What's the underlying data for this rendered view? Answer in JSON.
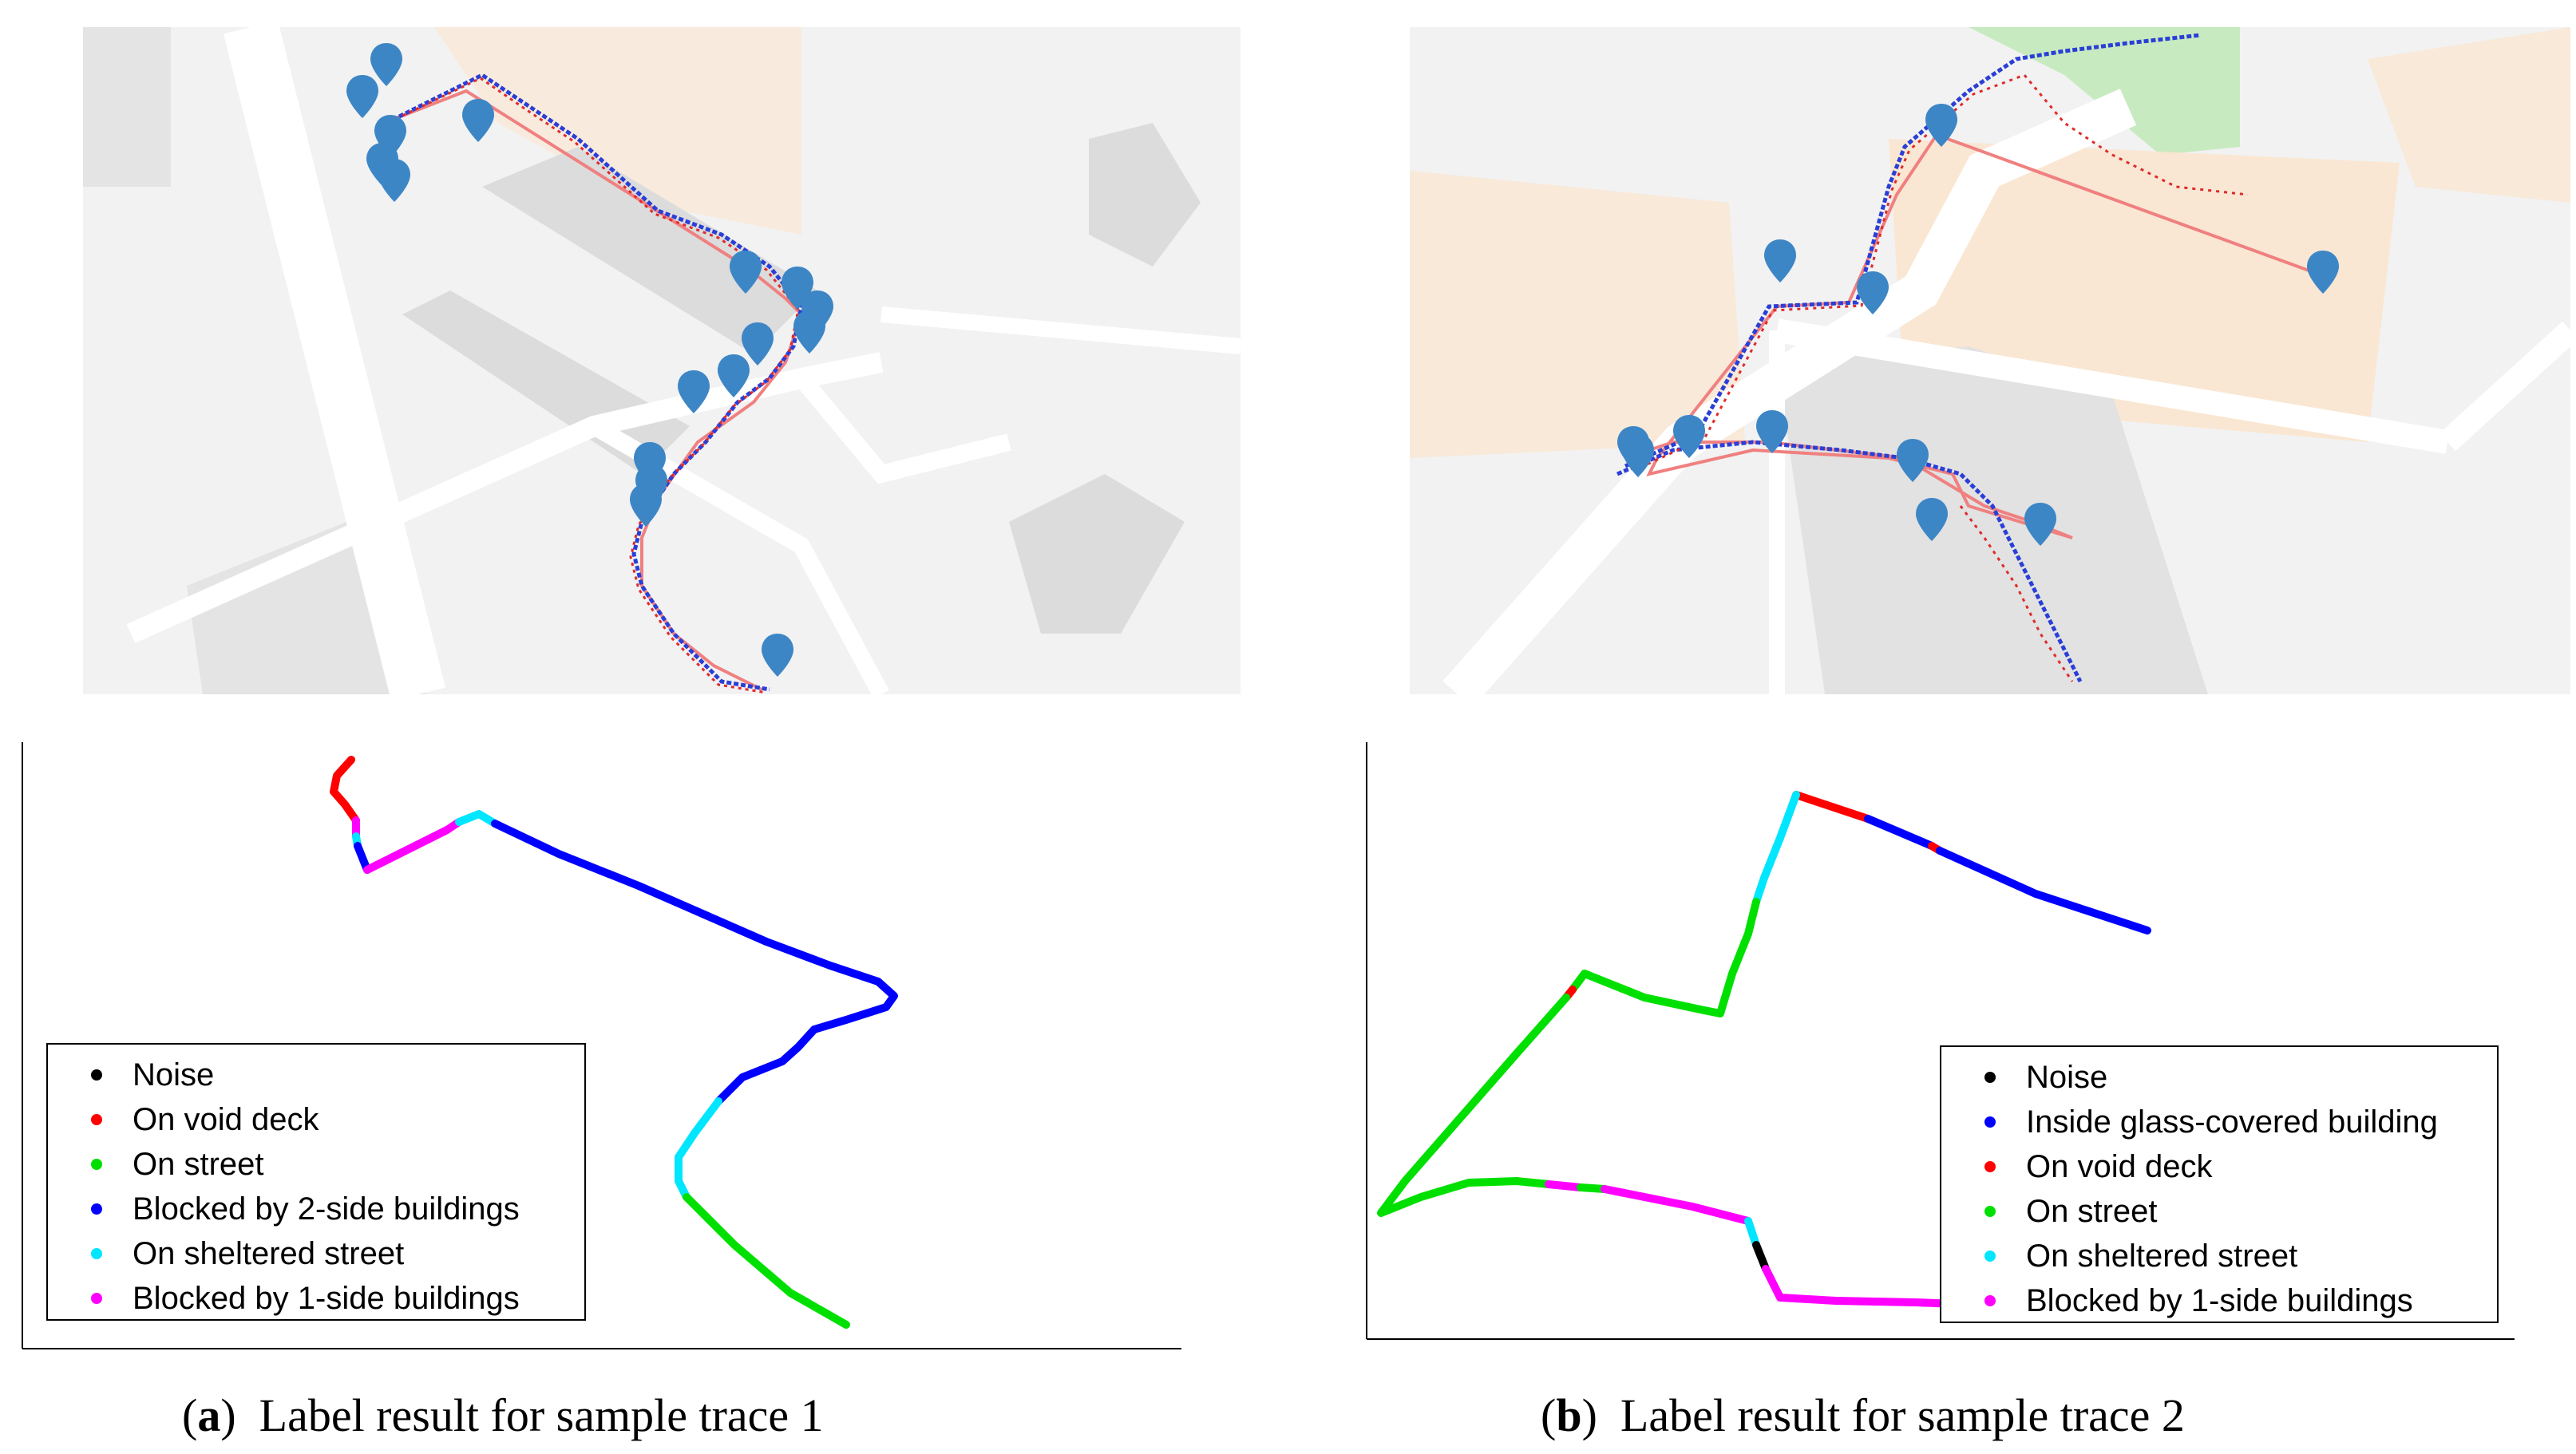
{
  "panels": [
    {
      "id": "a",
      "caption_letter": "a",
      "caption_text": "Label result for sample trace 1",
      "legend": [
        {
          "label": "Noise",
          "color": "#000000"
        },
        {
          "label": "On void deck",
          "color": "#ff0000"
        },
        {
          "label": "On street",
          "color": "#00e000"
        },
        {
          "label": "Blocked by 2-side buildings",
          "color": "#0000ff"
        },
        {
          "label": "On sheltered street",
          "color": "#00e6ff"
        },
        {
          "label": "Blocked by 1-side buildings",
          "color": "#ff00ff"
        }
      ]
    },
    {
      "id": "b",
      "caption_letter": "b",
      "caption_text": "Label result for sample trace 2",
      "legend": [
        {
          "label": "Noise",
          "color": "#000000"
        },
        {
          "label": "Inside glass-covered building",
          "color": "#0000ff"
        },
        {
          "label": "On void deck",
          "color": "#ff0000"
        },
        {
          "label": "On street",
          "color": "#00e000"
        },
        {
          "label": "On sheltered street",
          "color": "#00e6ff"
        },
        {
          "label": "Blocked by 1-side buildings",
          "color": "#ff00ff"
        }
      ]
    }
  ],
  "colors": {
    "ground_truth_line": "#f08080",
    "trace_blue": "#2a3fd6",
    "trace_red": "#e02a2a",
    "map_pin": "#3d86c6",
    "map_background": "#f2f2f2",
    "building_gray": "#dcdcdc",
    "road_white": "#ffffff",
    "area_beige": "#fbe6cf",
    "park_green": "#c8eac0"
  },
  "icons": [
    "map-pin-icon"
  ]
}
